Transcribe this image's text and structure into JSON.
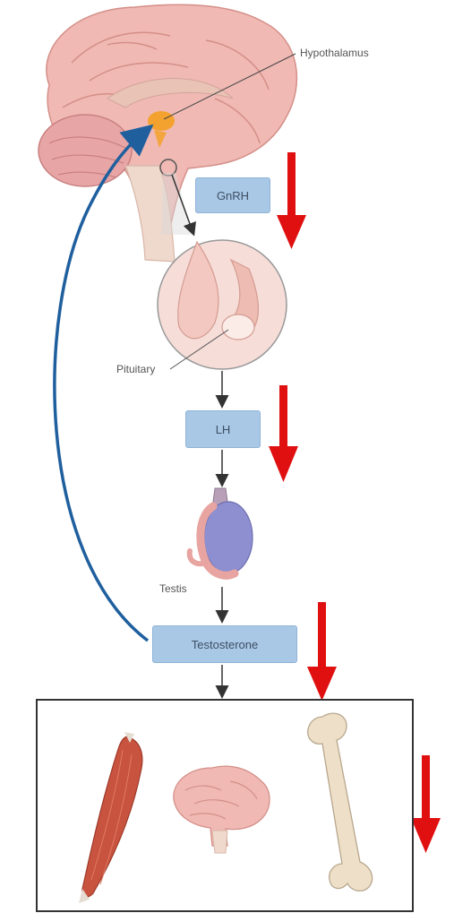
{
  "labels": {
    "hypothalamus": "Hypothalamus",
    "pituitary": "Pituitary",
    "testis": "Testis"
  },
  "hormones": {
    "gnrh": "GnRH",
    "lh": "LH",
    "testosterone": "Testosterone"
  },
  "colors": {
    "hormone_box": "#a9c8e6",
    "decrease_arrow": "#e01010",
    "feedback_arrow": "#1f5f9e",
    "flow_arrow": "#333333",
    "brain": "#f0b9b4",
    "muscle": "#c8533f",
    "bone": "#eedfc8",
    "testis": "#8e8fd0"
  },
  "targets": [
    {
      "name": "muscle",
      "icon": "muscle-icon"
    },
    {
      "name": "brain",
      "icon": "brain-icon"
    },
    {
      "name": "bone",
      "icon": "bone-icon"
    }
  ]
}
